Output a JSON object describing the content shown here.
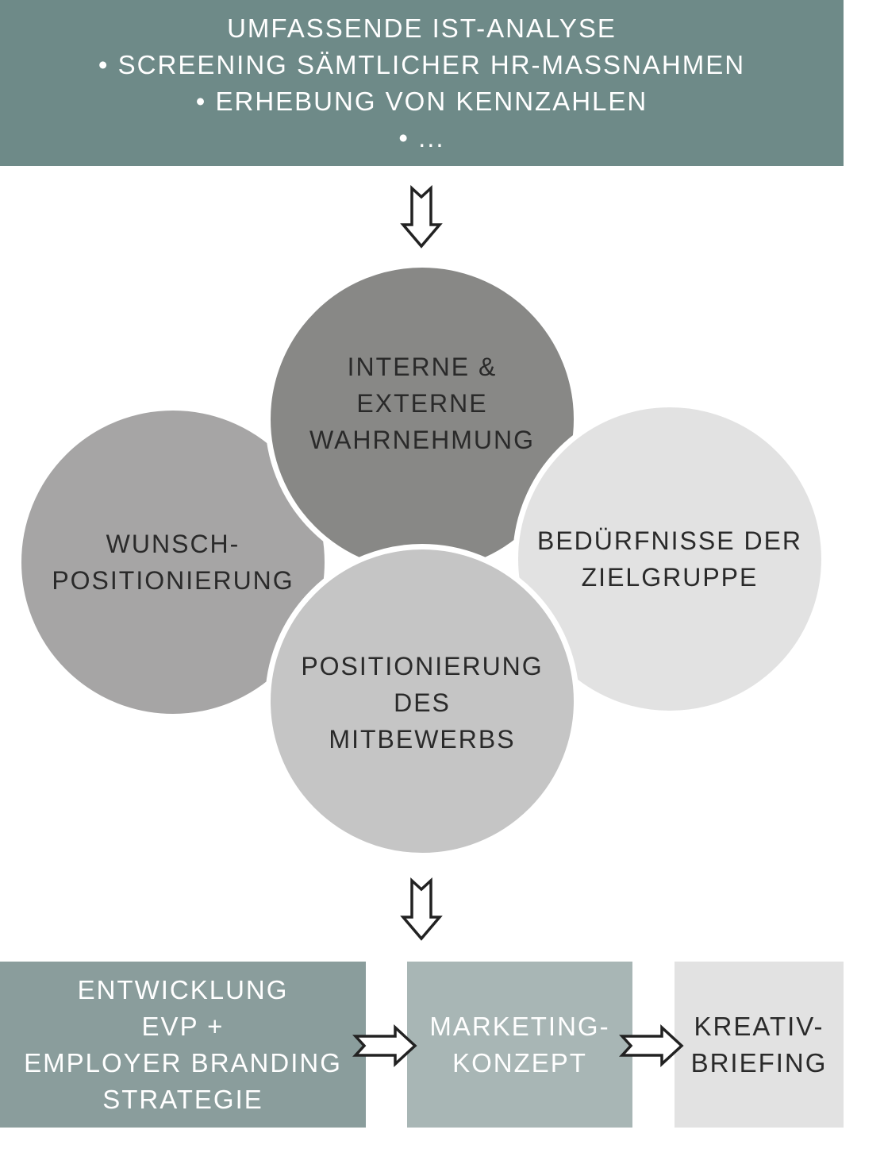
{
  "analysis": {
    "lines": [
      "UMFASSENDE IST-ANALYSE",
      "• SCREENING SÄMTLICHER HR-MASSNAHMEN",
      "• ERHEBUNG VON KENNZAHLEN",
      "• ..."
    ]
  },
  "circles": {
    "top": [
      "INTERNE &",
      "EXTERNE",
      "WAHRNEHMUNG"
    ],
    "left": [
      "WUNSCH-",
      "POSITIONIERUNG"
    ],
    "right": [
      "BEDÜRFNISSE DER",
      "ZIELGRUPPE"
    ],
    "bottom": [
      "POSITIONIERUNG",
      "DES",
      "MITBEWERBS"
    ]
  },
  "steps": {
    "strategy": [
      "ENTWICKLUNG",
      "EVP +",
      "EMPLOYER BRANDING",
      "STRATEGIE"
    ],
    "marketing": [
      "MARKETING-",
      "KONZEPT"
    ],
    "briefing": [
      "KREATIV-",
      "BRIEFING"
    ]
  }
}
